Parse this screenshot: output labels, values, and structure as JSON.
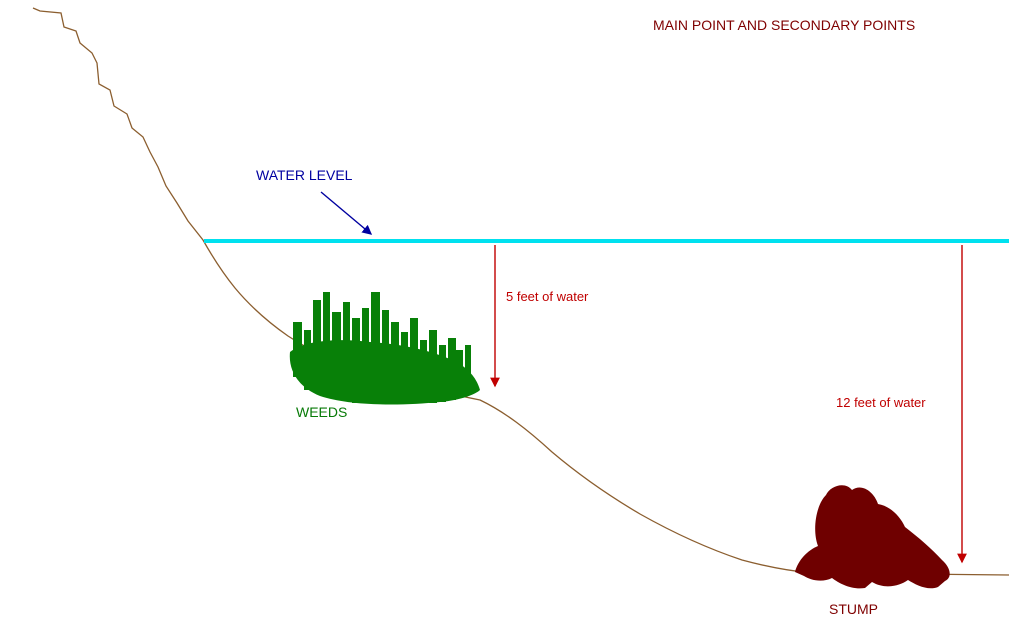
{
  "title": "MAIN POINT AND SECONDARY POINTS",
  "labels": {
    "water_level": "WATER LEVEL",
    "weeds": "WEEDS",
    "stump": "STUMP",
    "depth_shallow": "5 feet of water",
    "depth_deep": "12 feet of water"
  },
  "depths": {
    "shallow_feet": 5,
    "deep_feet": 12
  },
  "colors": {
    "background": "#FFFFFF",
    "title_text": "#7F0000",
    "water_line": "#00E1EF",
    "water_level_text": "#0000A0",
    "water_level_arrow": "#0000A0",
    "depth_text": "#C00000",
    "depth_arrow": "#C00000",
    "weeds_fill": "#088008",
    "weeds_text": "#077A07",
    "stump_fill": "#6F0000",
    "stump_text": "#7F0000",
    "bottom_contour": "#8B5E2F"
  }
}
